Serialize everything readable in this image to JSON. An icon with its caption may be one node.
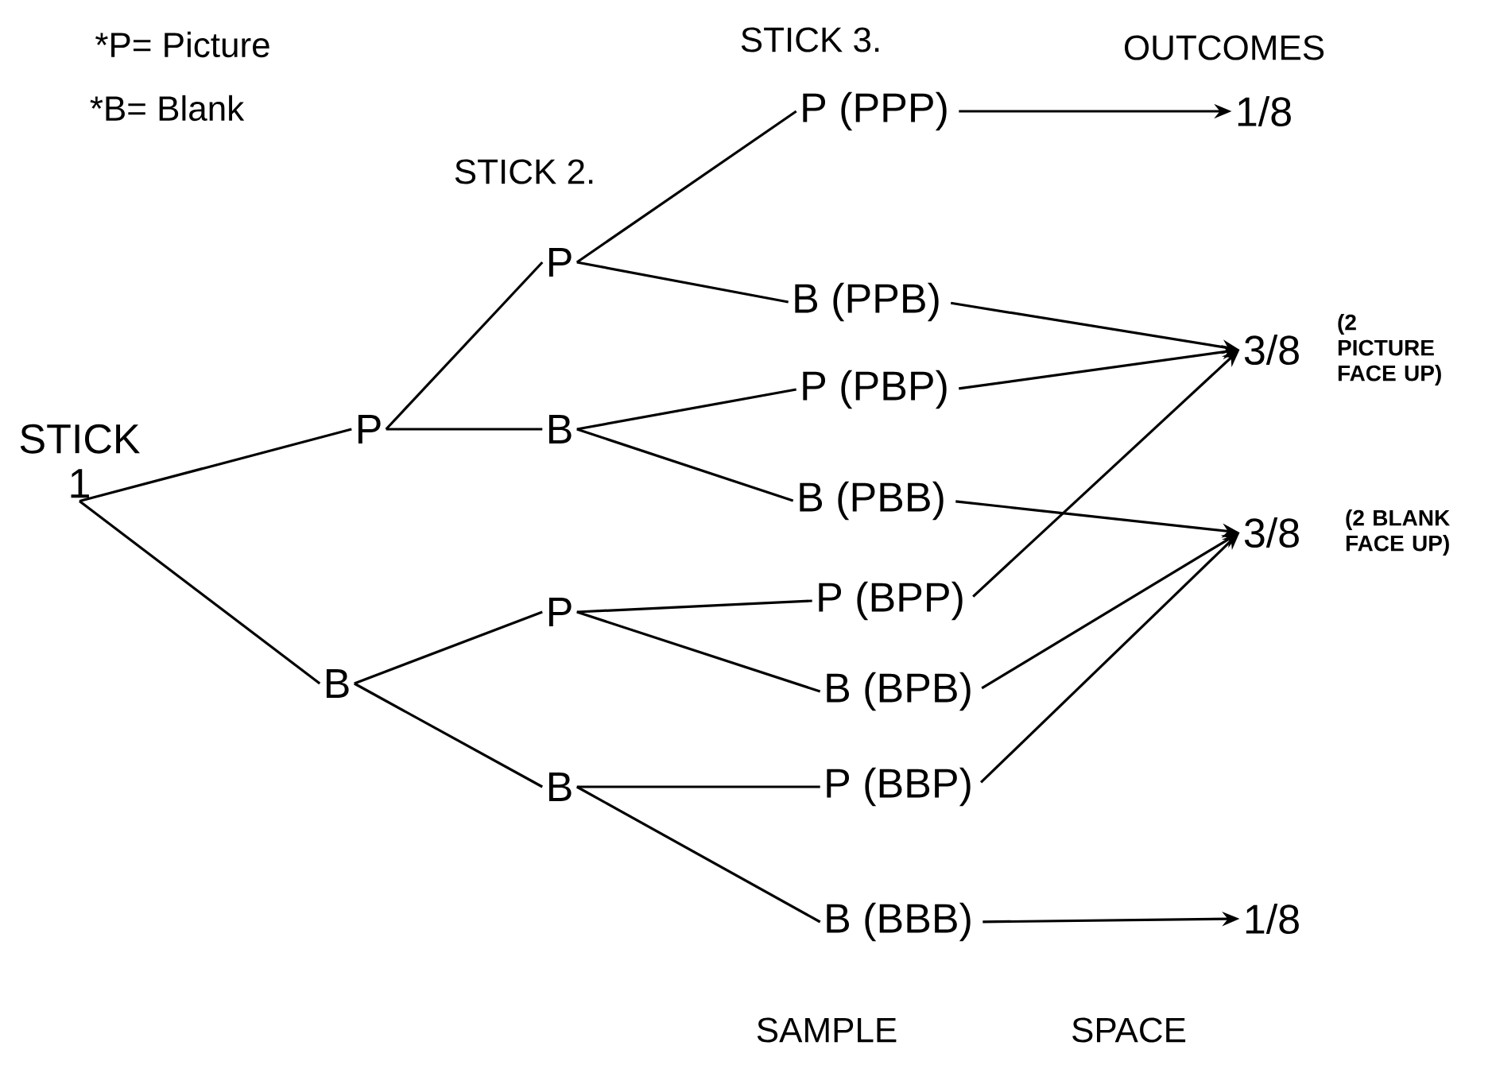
{
  "diagram": {
    "nodes": [
      {
        "text": [
          "STICK 1"
        ]
      },
      {
        "text": [
          "P"
        ]
      },
      {
        "text": [
          "B"
        ]
      },
      {
        "text": [
          "P"
        ]
      },
      {
        "text": [
          "B"
        ]
      },
      {
        "text": [
          "P"
        ]
      },
      {
        "text": [
          "B"
        ]
      },
      {
        "text": [
          "P (PPP)"
        ]
      },
      {
        "text": [
          "B (PPB)"
        ]
      },
      {
        "text": [
          "P (PBP)"
        ]
      },
      {
        "text": [
          "B (PBB)"
        ]
      },
      {
        "text": [
          "P (BPP)"
        ]
      },
      {
        "text": [
          "B (BPB)"
        ]
      },
      {
        "text": [
          "P (BBP)"
        ]
      },
      {
        "text": [
          "B (BBB)"
        ]
      },
      {
        "text": [
          "1/8"
        ]
      },
      {
        "text": [
          "3/8"
        ],
        "beside": [
          "(2 PICTURE FACE UP)"
        ]
      },
      {
        "text": [
          "3/8"
        ],
        "beside": [
          "(2 BLANK FACE UP)"
        ]
      },
      {
        "text": [
          "1/8"
        ]
      }
    ],
    "edges": [
      {
        "from": 0,
        "to": 1,
        "arrow": "none"
      },
      {
        "from": 0,
        "to": 2,
        "arrow": "none"
      },
      {
        "from": 1,
        "to": 3,
        "arrow": "none"
      },
      {
        "from": 1,
        "to": 4,
        "arrow": "none"
      },
      {
        "from": 2,
        "to": 5,
        "arrow": "none"
      },
      {
        "from": 2,
        "to": 6,
        "arrow": "none"
      },
      {
        "from": 3,
        "to": 7,
        "arrow": "none"
      },
      {
        "from": 3,
        "to": 8,
        "arrow": "none"
      },
      {
        "from": 4,
        "to": 9,
        "arrow": "none"
      },
      {
        "from": 4,
        "to": 10,
        "arrow": "none"
      },
      {
        "from": 5,
        "to": 11,
        "arrow": "none"
      },
      {
        "from": 5,
        "to": 12,
        "arrow": "none"
      },
      {
        "from": 6,
        "to": 13,
        "arrow": "none"
      },
      {
        "from": 6,
        "to": 14,
        "arrow": "none"
      },
      {
        "from": 7,
        "to": 15,
        "arrow": "to"
      },
      {
        "from": 8,
        "to": 16,
        "arrow": "to"
      },
      {
        "from": 9,
        "to": 16,
        "arrow": "to"
      },
      {
        "from": 10,
        "to": 17,
        "arrow": "to"
      },
      {
        "from": 11,
        "to": 16,
        "arrow": "to"
      },
      {
        "from": 12,
        "to": 17,
        "arrow": "to"
      },
      {
        "from": 13,
        "to": 17,
        "arrow": "to"
      },
      {
        "from": 14,
        "to": 18,
        "arrow": "to"
      }
    ],
    "labels": [
      "*P= Picture",
      "STICK 3.",
      "OUTCOMES",
      "*B= Blank",
      "STICK 2.",
      "SAMPLE",
      "SPACE"
    ]
  }
}
